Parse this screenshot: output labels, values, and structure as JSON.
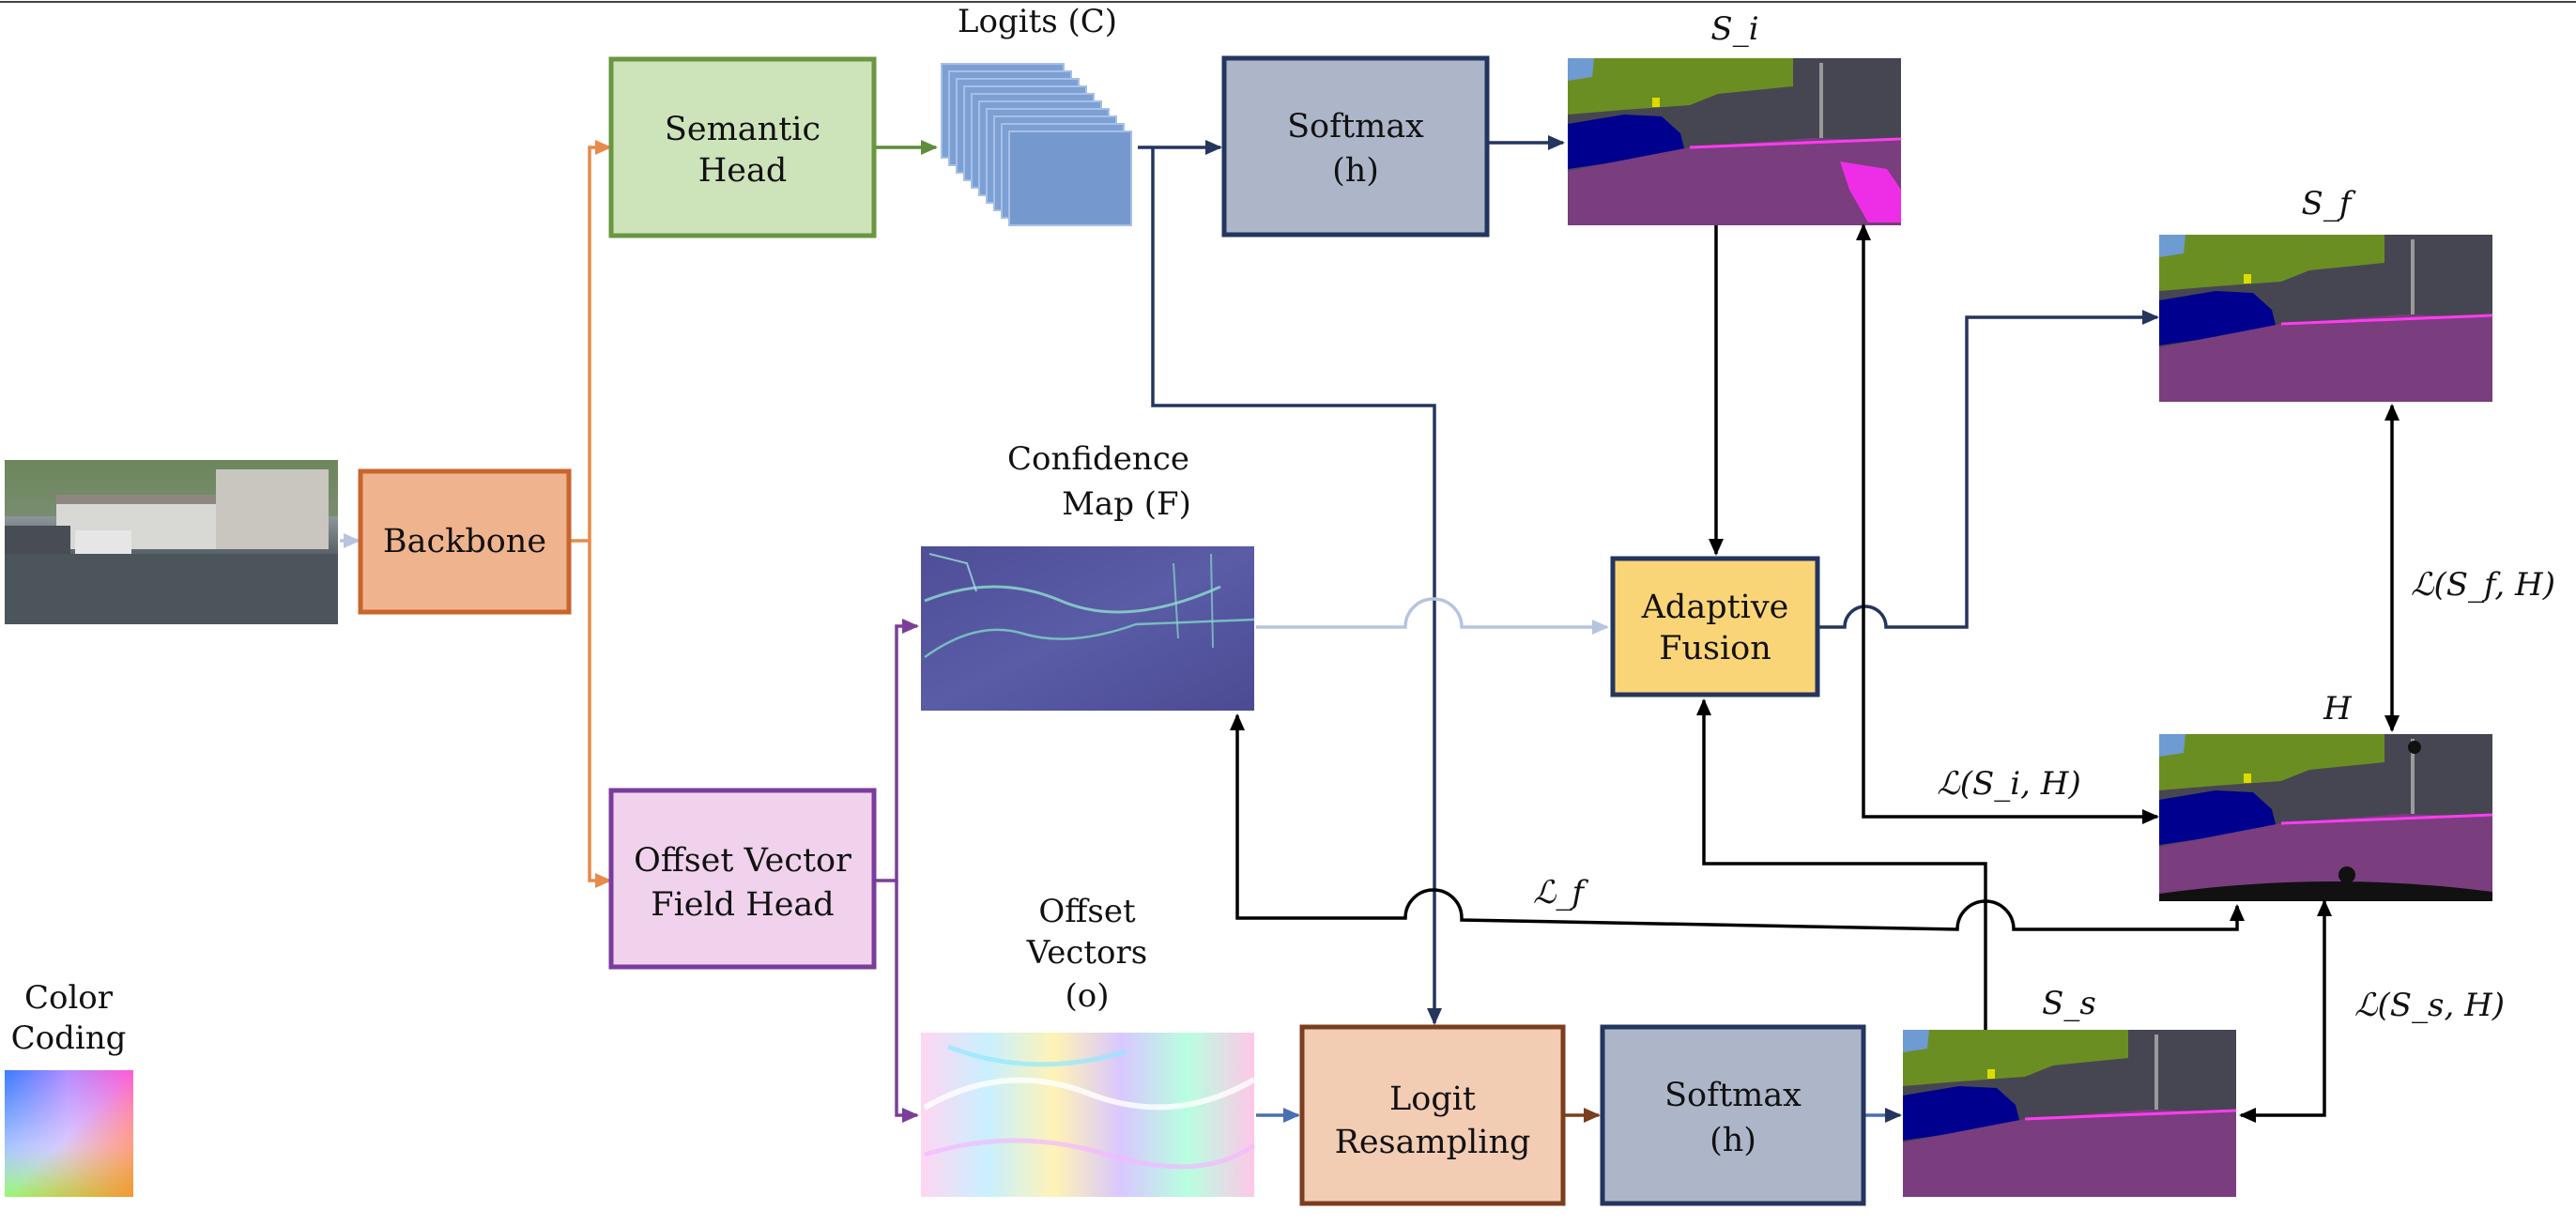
{
  "colors": {
    "backbone_fill": "#efb48e",
    "backbone_stroke": "#c9652c",
    "semantic_fill": "#cde3ba",
    "semantic_stroke": "#6a9642",
    "offset_fill": "#f0d2ec",
    "offset_stroke": "#7a3c9c",
    "softmax_fill": "#adb6c9",
    "softmax_stroke": "#24355e",
    "fusion_fill": "#fad578",
    "fusion_stroke": "#24355e",
    "resample_fill": "#f2cdb4",
    "resample_stroke": "#7a3e1e",
    "arrow_orange": "#e88a4a",
    "arrow_green": "#5f8c3b",
    "arrow_purple": "#7b3e9a",
    "arrow_navy": "#24355e",
    "arrow_light": "#b7c4e0",
    "arrow_blue": "#4a6fb2",
    "arrow_brown": "#7a3e1e",
    "arrow_black": "#000000"
  },
  "nodes": {
    "backbone": "Backbone",
    "semantic_head": [
      "Semantic",
      "Head"
    ],
    "offset_head": [
      "Offset Vector",
      "Field Head"
    ],
    "softmax_top": [
      "Softmax",
      "(h)"
    ],
    "softmax_bottom": [
      "Softmax",
      "(h)"
    ],
    "adaptive_fusion": [
      "Adaptive",
      "Fusion"
    ],
    "logit_resampling": [
      "Logit",
      "Resampling"
    ]
  },
  "captions": {
    "logits": "Logits (C)",
    "confidence_map": [
      "Confidence",
      "Map (F)"
    ],
    "offset_vectors": [
      "Offset",
      "Vectors",
      "(o)"
    ],
    "color_coding": [
      "Color",
      "Coding"
    ],
    "s_i": "S_i",
    "s_f": "S_f",
    "s_s": "S_s",
    "h": "H"
  },
  "losses": {
    "loss_f_h": "ℒ(S_f, H)",
    "loss_i_h": "ℒ(S_i, H)",
    "loss_f": "ℒ_f",
    "loss_s_h": "ℒ(S_s, H)"
  }
}
